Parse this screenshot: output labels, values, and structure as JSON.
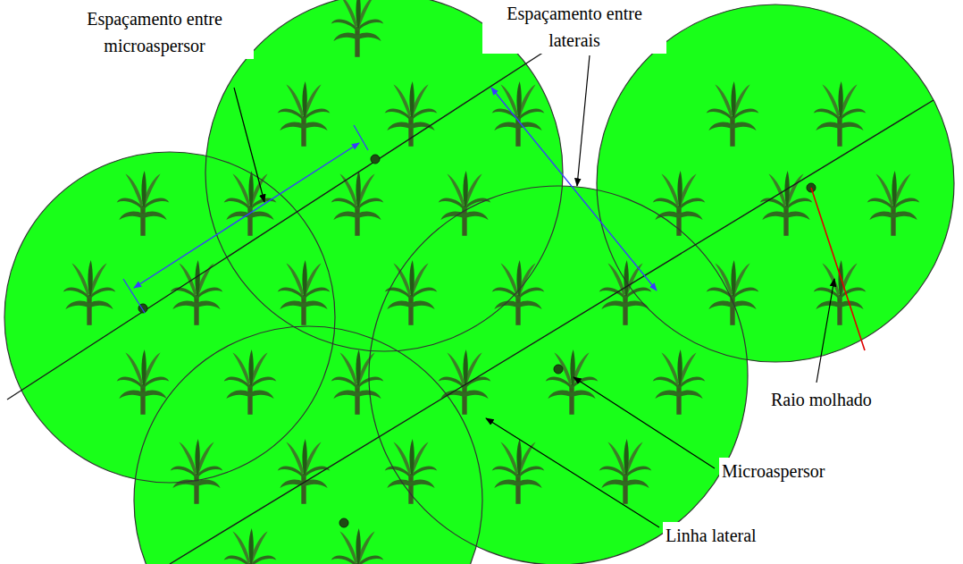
{
  "diagram": {
    "labels": [
      "Espaçamento entre microaspersor",
      "Espaçamento entre laterais",
      "Raio molhado",
      "Microaspersor",
      "Linha lateral"
    ]
  }
}
